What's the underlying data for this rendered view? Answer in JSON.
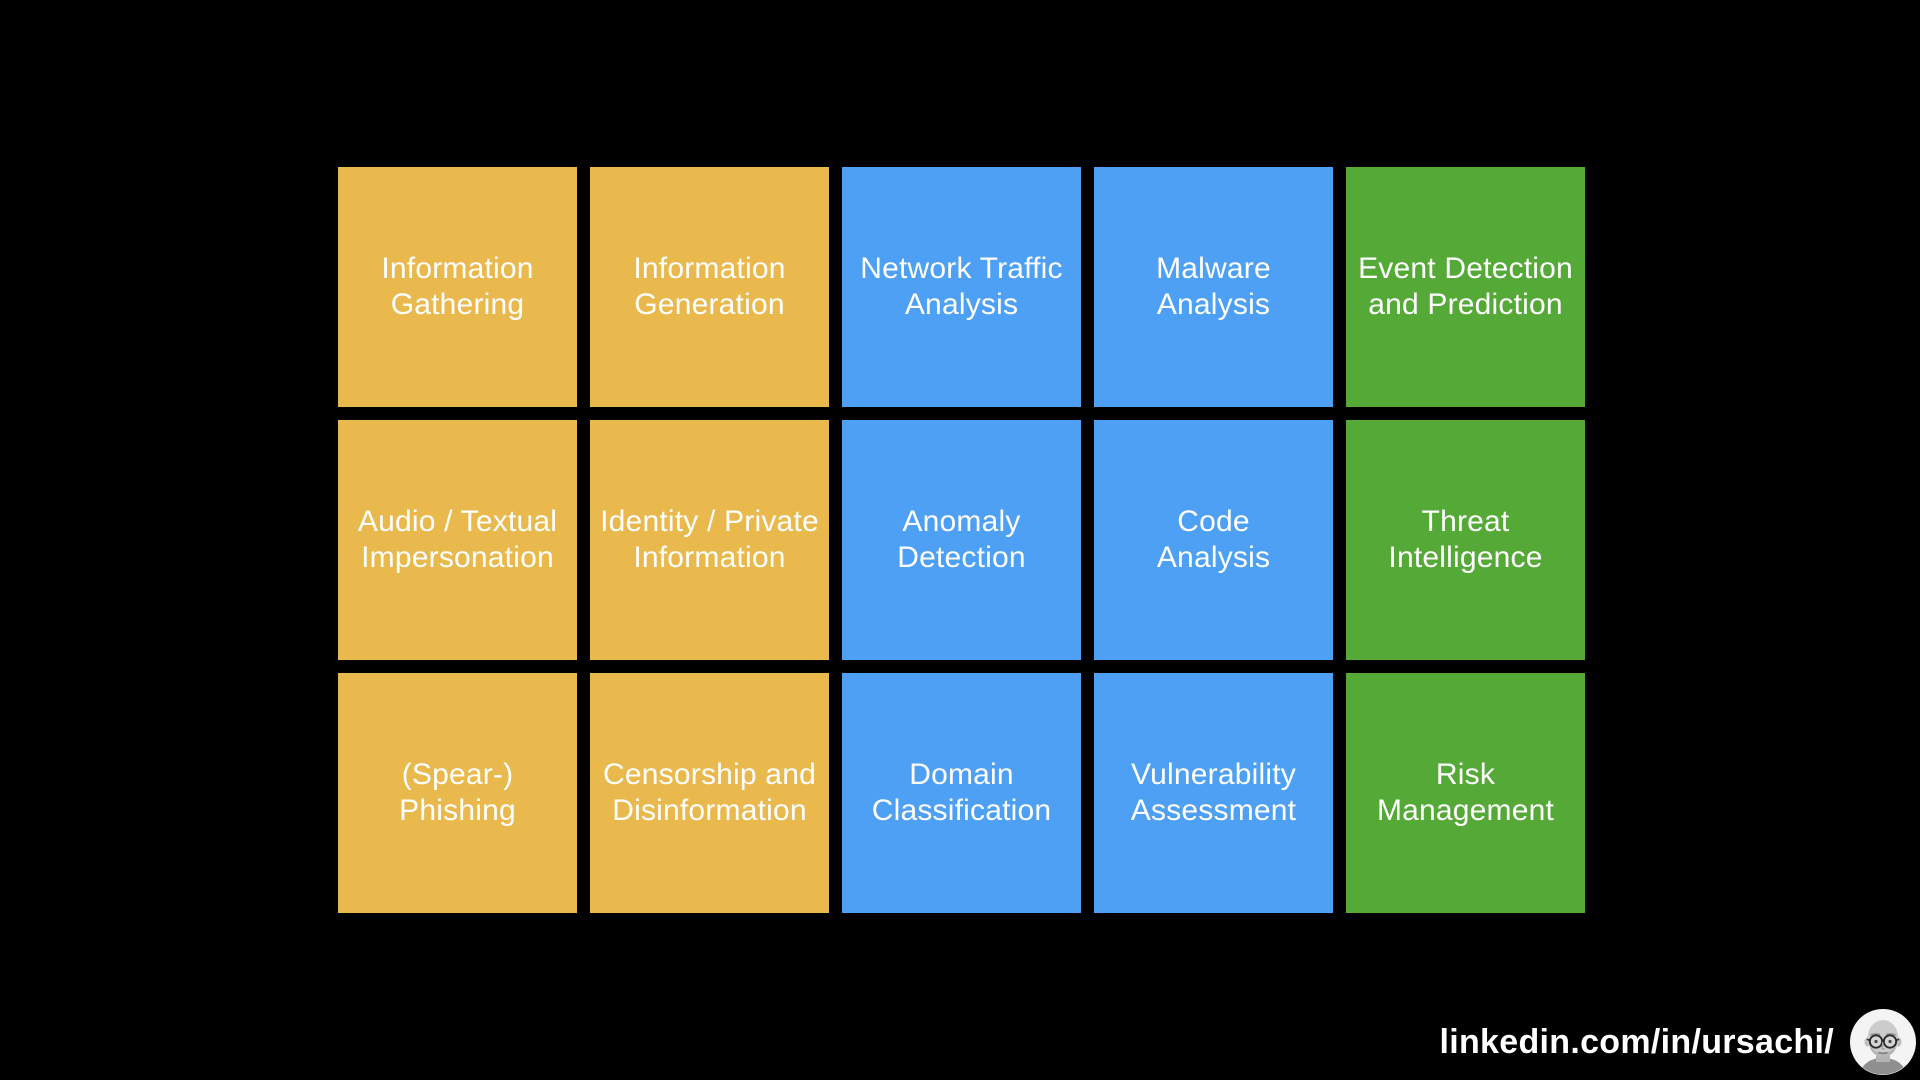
{
  "slide": {
    "background": "#000000",
    "text_color": "#FFFFFF",
    "palette": {
      "yellow": "#E9B94D",
      "blue": "#4DA0F3",
      "green": "#55AA37"
    },
    "grid": {
      "columns": 5,
      "rows": 3,
      "tiles": [
        {
          "label": "Information\nGathering",
          "color": "yellow"
        },
        {
          "label": "Information\nGeneration",
          "color": "yellow"
        },
        {
          "label": "Network Traffic\nAnalysis",
          "color": "blue"
        },
        {
          "label": "Malware\nAnalysis",
          "color": "blue"
        },
        {
          "label": "Event Detection\nand Prediction",
          "color": "green"
        },
        {
          "label": "Audio / Textual\nImpersonation",
          "color": "yellow"
        },
        {
          "label": "Identity / Private\nInformation",
          "color": "yellow"
        },
        {
          "label": "Anomaly\nDetection",
          "color": "blue"
        },
        {
          "label": "Code\nAnalysis",
          "color": "blue"
        },
        {
          "label": "Threat\nIntelligence",
          "color": "green"
        },
        {
          "label": "(Spear-)\nPhishing",
          "color": "yellow"
        },
        {
          "label": "Censorship and\nDisinformation",
          "color": "yellow"
        },
        {
          "label": "Domain\nClassification",
          "color": "blue"
        },
        {
          "label": "Vulnerability\nAssessment",
          "color": "blue"
        },
        {
          "label": "Risk\nManagement",
          "color": "green"
        }
      ]
    },
    "footer": {
      "handle": "linkedin.com/in/ursachi/",
      "avatar": "bald-man-round-glasses-photo"
    }
  }
}
